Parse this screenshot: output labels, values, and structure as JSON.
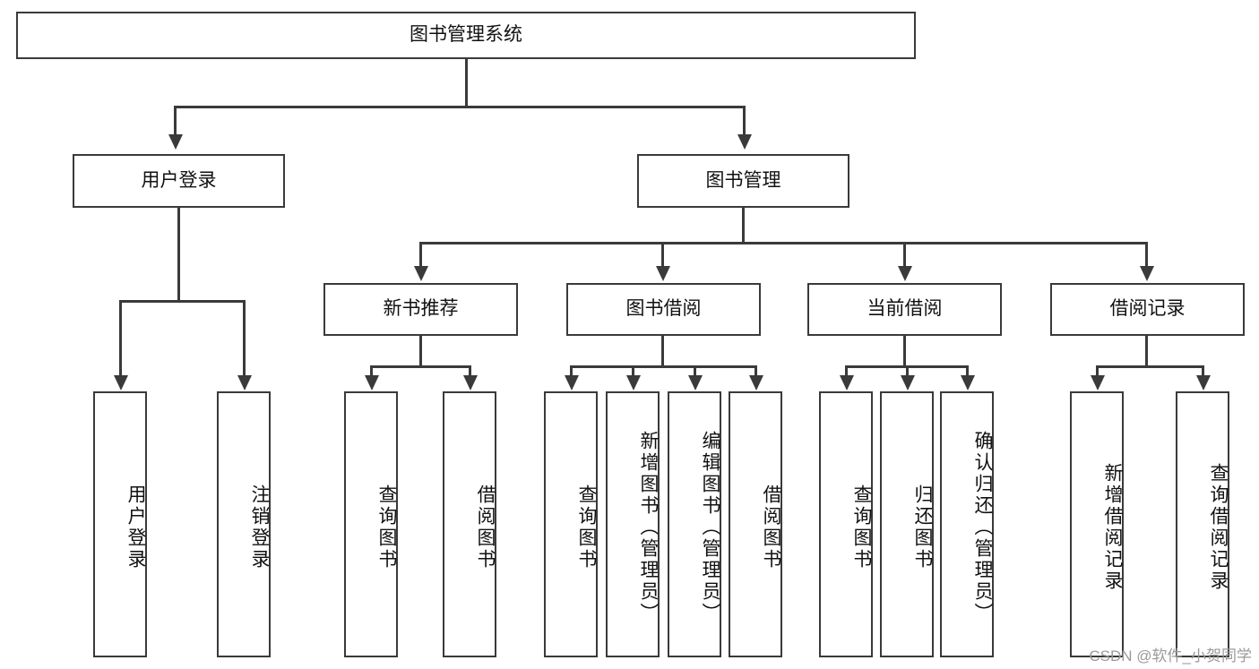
{
  "diagram": {
    "type": "tree",
    "title": "图书管理系统",
    "orientation": "top-down",
    "colors": {
      "background": "#ffffff",
      "box_border": "#3a3a3a",
      "box_fill": "#ffffff",
      "connector": "#3a3a3a",
      "text": "#111111",
      "watermark": "#9a9a9a"
    },
    "root": {
      "label": "图书管理系统"
    },
    "level1": [
      {
        "label": "用户登录"
      },
      {
        "label": "图书管理"
      }
    ],
    "level2": [
      {
        "label": "新书推荐"
      },
      {
        "label": "图书借阅"
      },
      {
        "label": "当前借阅"
      },
      {
        "label": "借阅记录"
      }
    ],
    "leaves": {
      "user_login": [
        {
          "label": "用户登录"
        },
        {
          "label": "注销登录"
        }
      ],
      "new_book_recommend": [
        {
          "label": "查询图书"
        },
        {
          "label": "借阅图书"
        }
      ],
      "book_borrow": [
        {
          "label": "查询图书"
        },
        {
          "label": "新增图书（管理员）"
        },
        {
          "label": "编辑图书（管理员）"
        },
        {
          "label": "借阅图书"
        }
      ],
      "current_borrow": [
        {
          "label": "查询图书"
        },
        {
          "label": "归还图书"
        },
        {
          "label": "确认归还（管理员）"
        }
      ],
      "borrow_records": [
        {
          "label": "新增借阅记录"
        },
        {
          "label": "查询借阅记录"
        }
      ]
    }
  },
  "watermark": {
    "text": "CSDN @软件_小贺同学"
  }
}
